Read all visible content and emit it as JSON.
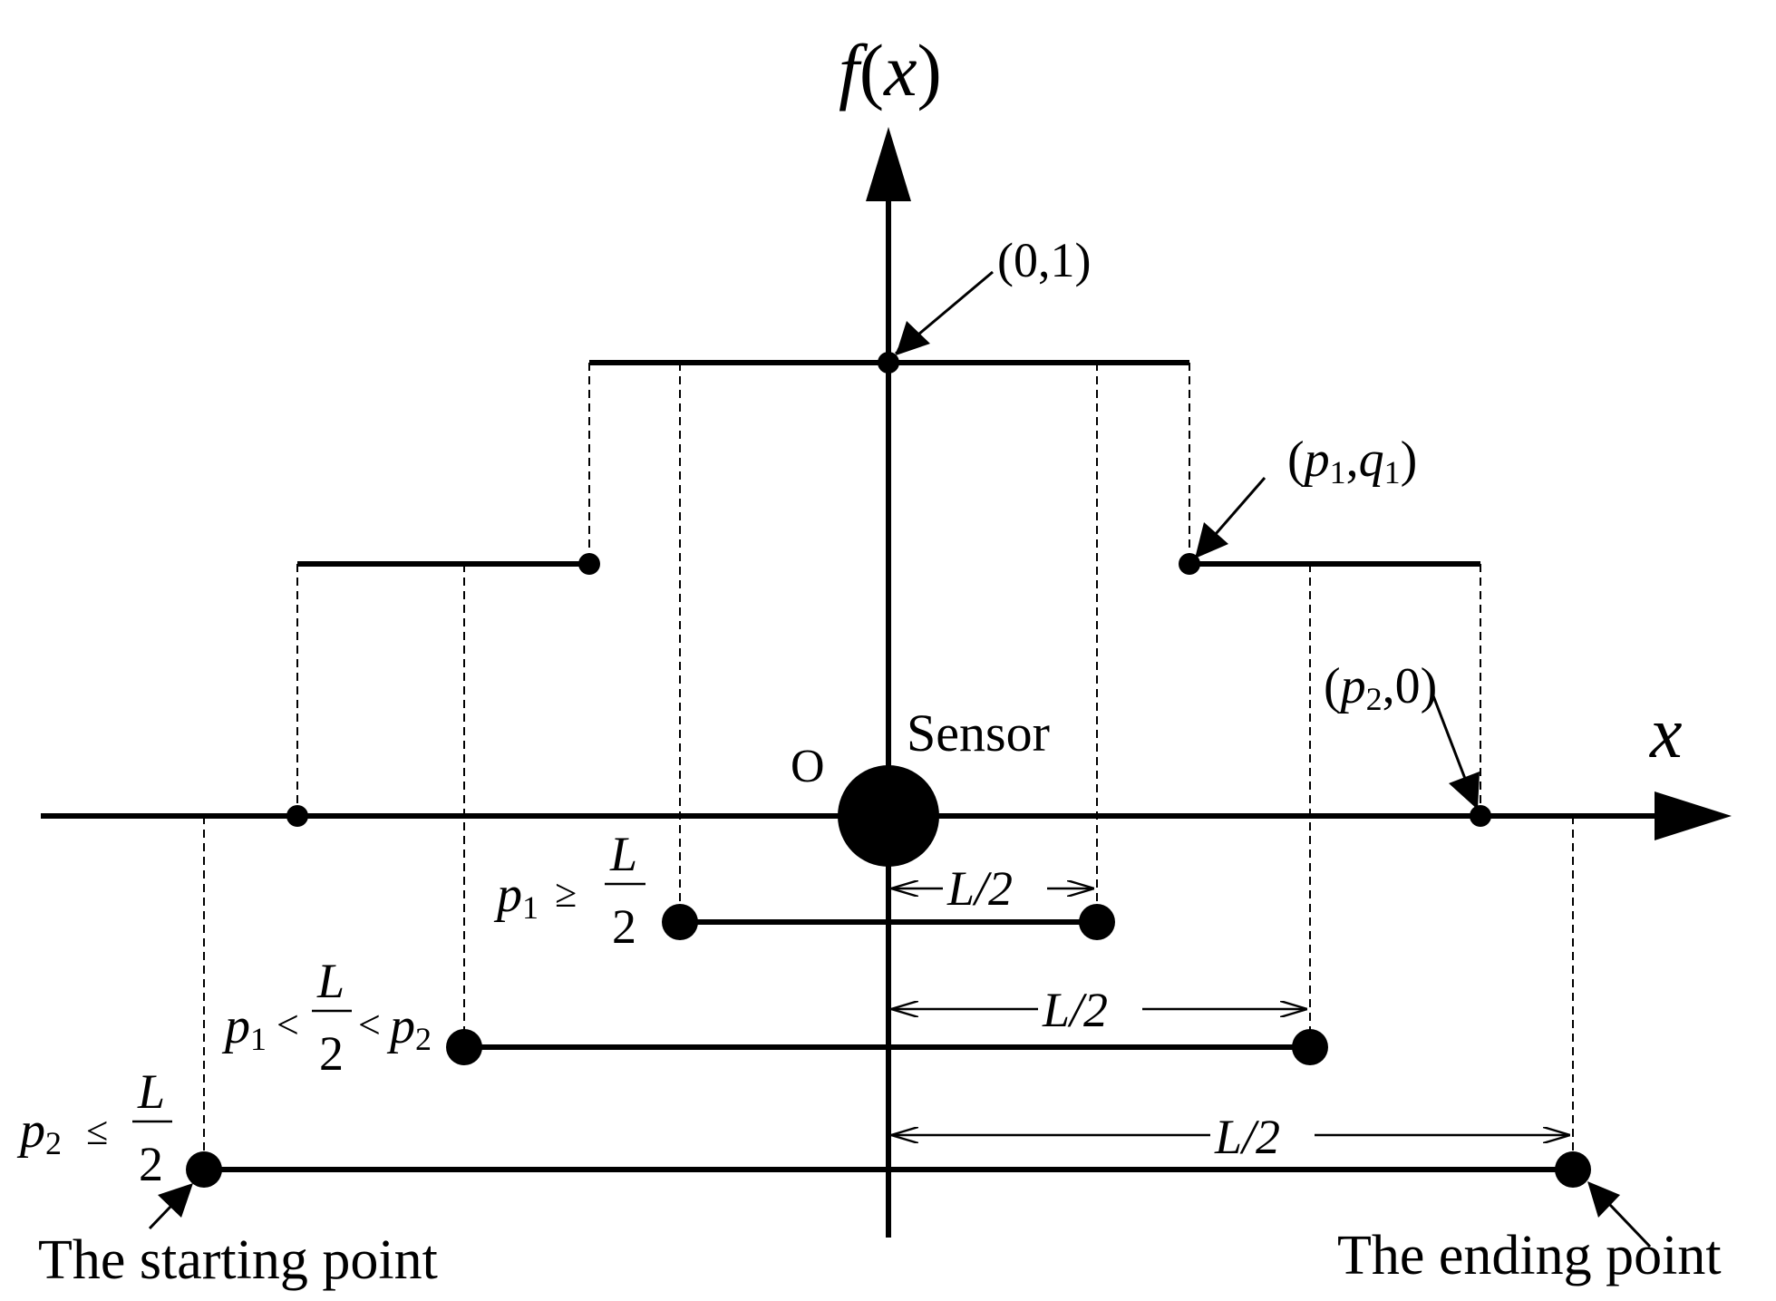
{
  "labels": {
    "y_axis_f": "f",
    "y_axis_open": "(",
    "y_axis_x": "x",
    "y_axis_close": ")",
    "x_axis": "x",
    "origin": "O",
    "sensor": "Sensor",
    "pt_0_1": "(0,1)",
    "pq_open": "(",
    "pq_p": "p",
    "pq_sub1": "1",
    "pq_comma": ",",
    "pq_q": "q",
    "pq_sub2": "1",
    "pq_close": ")",
    "p20_open": "(",
    "p20_p": "p",
    "p20_sub": "2",
    "p20_rest": ",0)",
    "half_L": "L/2",
    "cond_p": "p",
    "sub_1": "1",
    "sub_2": "2",
    "ge": "≥",
    "le": "≤",
    "lt": "<",
    "frac_num": "L",
    "frac_den": "2",
    "start": "The starting point",
    "end": "The ending point"
  }
}
